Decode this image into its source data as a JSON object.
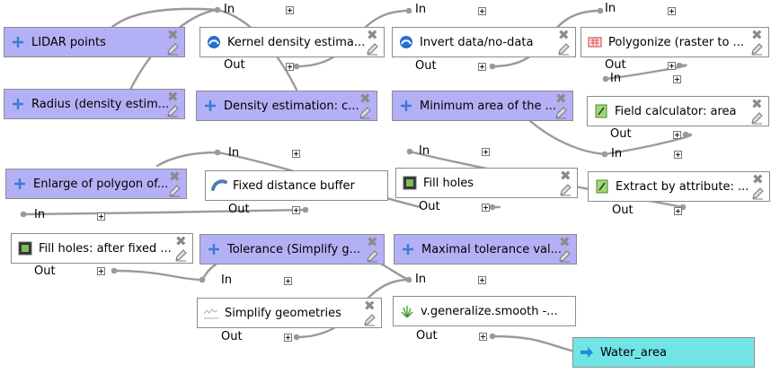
{
  "ports": {
    "in": "In",
    "out": "Out"
  },
  "inputs": [
    {
      "id": "lidar",
      "label": "LIDAR points"
    },
    {
      "id": "radius",
      "label": "Radius (density estim..."
    },
    {
      "id": "density",
      "label": "Density estimation: c..."
    },
    {
      "id": "minarea",
      "label": "Minimum area of the ..."
    },
    {
      "id": "enlarge",
      "label": "Enlarge of polygon of..."
    },
    {
      "id": "tolerance",
      "label": "Tolerance (Simplify g..."
    },
    {
      "id": "maxtol",
      "label": "Maximal tolerance val..."
    }
  ],
  "algorithms": [
    {
      "id": "kde",
      "label": "Kernel density estima...",
      "icon": "kernel-density-icon"
    },
    {
      "id": "invert",
      "label": "Invert data/no-data",
      "icon": "invert-data-icon"
    },
    {
      "id": "polygonize",
      "label": "Polygonize (raster to ...",
      "icon": "polygonize-icon"
    },
    {
      "id": "fieldcalc",
      "label": "Field calculator: area",
      "icon": "field-calculator-icon"
    },
    {
      "id": "buffer",
      "label": "Fixed distance buffer",
      "icon": "buffer-icon"
    },
    {
      "id": "fillholes",
      "label": "Fill holes",
      "icon": "fill-holes-icon"
    },
    {
      "id": "extract",
      "label": "Extract by attribute: ...",
      "icon": "extract-attribute-icon"
    },
    {
      "id": "fillholes2",
      "label": "Fill holes: after fixed ...",
      "icon": "fill-holes-icon"
    },
    {
      "id": "simplify",
      "label": "Simplify geometries",
      "icon": "simplify-icon"
    },
    {
      "id": "smooth",
      "label": "v.generalize.smooth -...",
      "icon": "grass-icon"
    }
  ],
  "outputs": [
    {
      "id": "water",
      "label": "Water_area",
      "icon": "arrow-right-icon"
    }
  ],
  "colors": {
    "input": "#b4b0f5",
    "algorithm": "#ffffff",
    "output": "#71e5e5",
    "wire": "#9a9a9a",
    "border": "#8c8c8c"
  }
}
